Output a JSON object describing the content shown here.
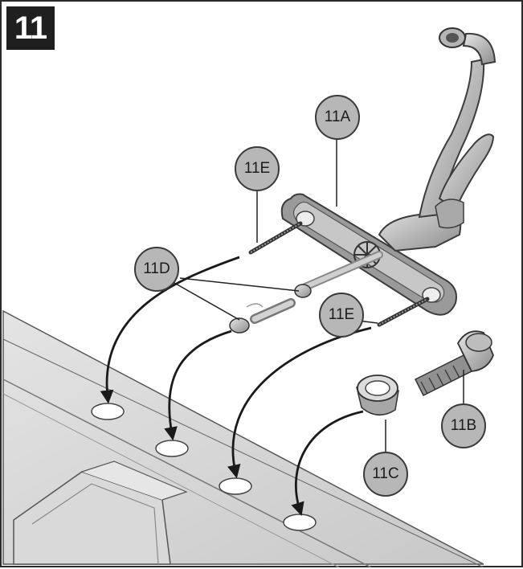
{
  "step_number": "11",
  "callouts": {
    "a": "11A",
    "b": "11B",
    "c": "11C",
    "d": "11D",
    "e_top": "11E",
    "e_right": "11E"
  }
}
